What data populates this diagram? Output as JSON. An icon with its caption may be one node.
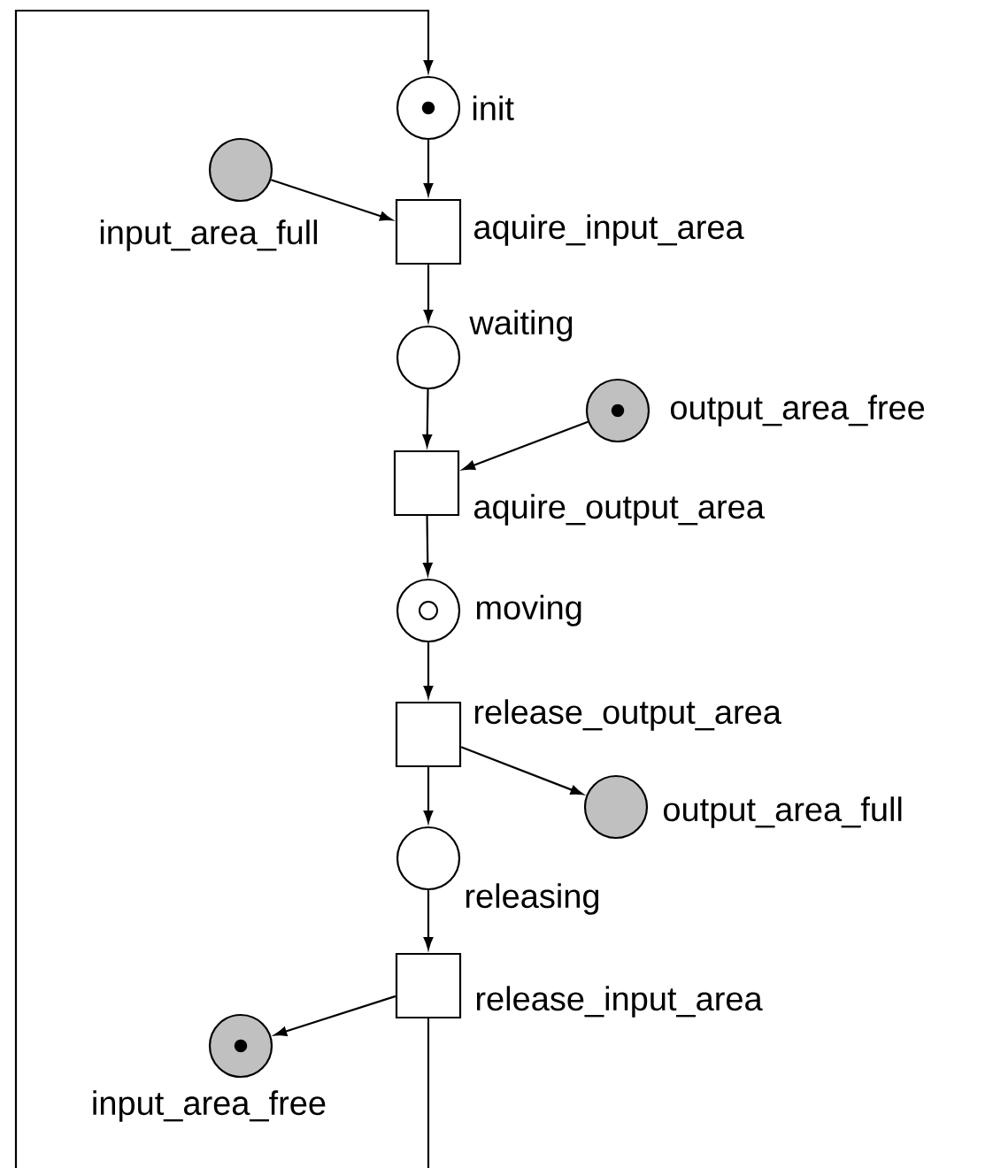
{
  "diagram": {
    "nodes": [
      {
        "text": [
          "init"
        ]
      },
      {
        "text": [
          "input_area_full"
        ]
      },
      {
        "text": [
          "aquire_input_area"
        ]
      },
      {
        "text": [
          "waiting"
        ]
      },
      {
        "text": [
          "output_area_free"
        ]
      },
      {
        "text": [
          "aquire_output_area"
        ]
      },
      {
        "text": [
          "moving"
        ]
      },
      {
        "text": [
          "release_output_area"
        ]
      },
      {
        "text": [
          "output_area_full"
        ]
      },
      {
        "text": [
          "releasing"
        ]
      },
      {
        "text": [
          "release_input_area"
        ]
      },
      {
        "text": [
          "input_area_free"
        ]
      }
    ],
    "edges": [
      {
        "from": 0,
        "to": 2,
        "arrow": "to"
      },
      {
        "from": 1,
        "to": 2,
        "arrow": "to"
      },
      {
        "from": 2,
        "to": 3,
        "arrow": "to"
      },
      {
        "from": 3,
        "to": 5,
        "arrow": "to"
      },
      {
        "from": 4,
        "to": 5,
        "arrow": "to"
      },
      {
        "from": 5,
        "to": 6,
        "arrow": "to"
      },
      {
        "from": 6,
        "to": 7,
        "arrow": "to"
      },
      {
        "from": 7,
        "to": 8,
        "arrow": "to"
      },
      {
        "from": 7,
        "to": 9,
        "arrow": "to"
      },
      {
        "from": 9,
        "to": 10,
        "arrow": "to"
      },
      {
        "from": 10,
        "to": 11,
        "arrow": "to"
      },
      {
        "from": 10,
        "to": 0,
        "arrow": "to"
      }
    ]
  }
}
